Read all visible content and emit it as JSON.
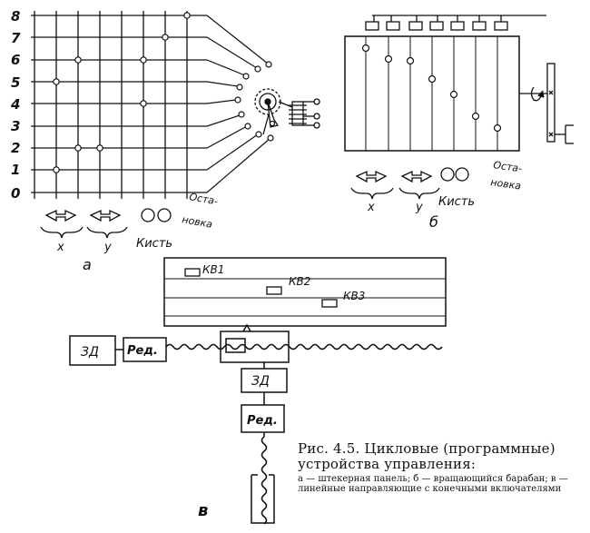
{
  "panel_a": {
    "row_labels": [
      "8",
      "7",
      "6",
      "5",
      "4",
      "3",
      "2",
      "1",
      "0"
    ],
    "mode_labels": [
      "х",
      "у",
      "Кисть",
      "Оста-",
      "новка"
    ],
    "letter": "а"
  },
  "panel_b": {
    "mode_labels": [
      "х",
      "у",
      "Кисть",
      "Оста-",
      "новка"
    ],
    "letter": "б"
  },
  "panel_v": {
    "switch_labels": [
      "КВ1",
      "КВ2",
      "КВ3"
    ],
    "motor_label": "ЗД",
    "reducer_label": "Ред.",
    "motor_label_2": "ЗД",
    "reducer_label_2": "Ред.",
    "letter": "в"
  },
  "caption": {
    "title": "Рис. 4.5. Цикловые (программные) устройства управления:",
    "legend": "а — штекерная панель; б — вращающийся барабан; в — линейные направляющие с конечными включателями"
  }
}
